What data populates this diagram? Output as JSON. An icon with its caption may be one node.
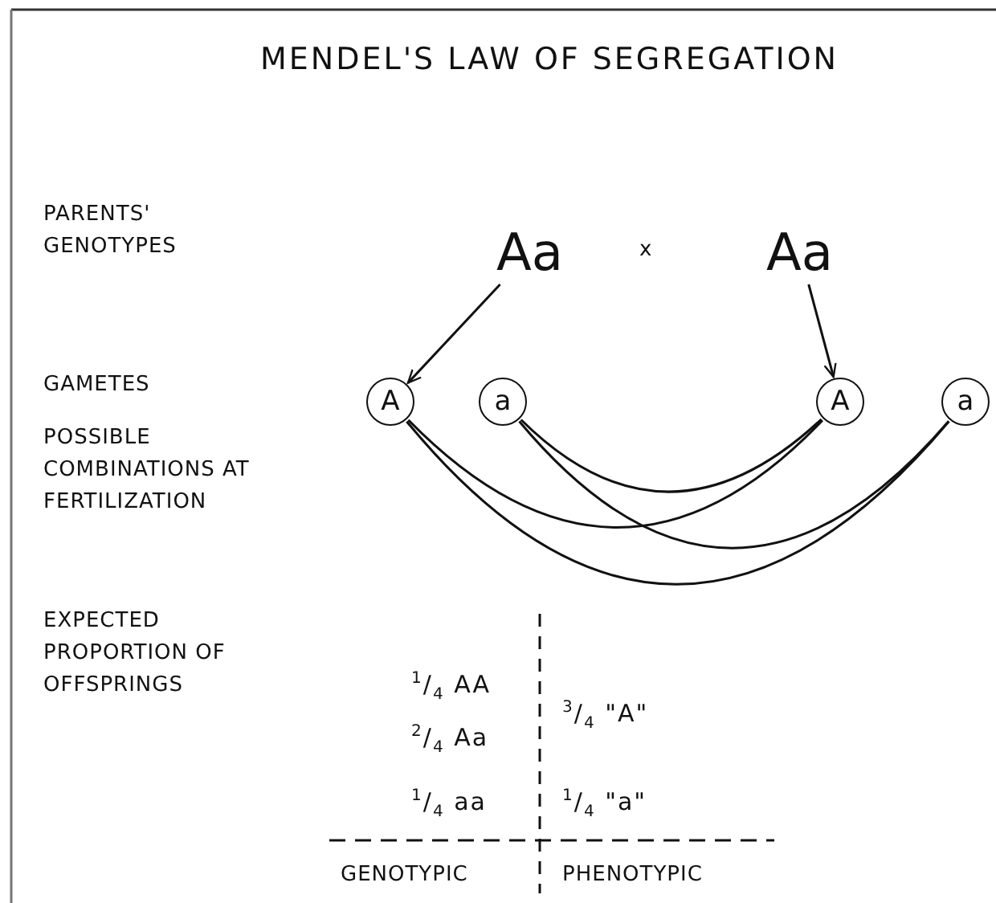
{
  "diagram": {
    "title": "MENDEL'S LAW OF SEGREGATION",
    "nodes": [
      {
        "text": [
          "Aa"
        ]
      },
      {
        "text": [
          "Aa"
        ]
      },
      {
        "text": [
          "A"
        ]
      },
      {
        "text": [
          "a"
        ]
      },
      {
        "text": [
          "A"
        ]
      },
      {
        "text": [
          "a"
        ]
      }
    ],
    "edges": [
      {
        "from": 0,
        "to": 2,
        "arrow": "to"
      },
      {
        "from": 1,
        "to": 4,
        "arrow": "to"
      },
      {
        "from": 2,
        "to": 4,
        "arrow": "none"
      },
      {
        "from": 2,
        "to": 5,
        "arrow": "none"
      },
      {
        "from": 3,
        "to": 4,
        "arrow": "none"
      },
      {
        "from": 3,
        "to": 5,
        "arrow": "none"
      }
    ],
    "labels": [
      "PARENTS' GENOTYPES",
      "x",
      "GAMETES",
      "POSSIBLE COMBINATIONS AT FERTILIZATION",
      "EXPECTED PROPORTION OF OFFSPRINGS",
      "$^{1}$/$_{4}$ AA",
      "$^{3}$/$_{4}$ \"A\"",
      "$^{2}$/$_{4}$ Aa",
      "$^{1}$/$_{4}$ aa",
      "$^{1}$/$_{4}$ \"a\"",
      "GENOTYPIC",
      "PHENOTYPIC"
    ]
  }
}
